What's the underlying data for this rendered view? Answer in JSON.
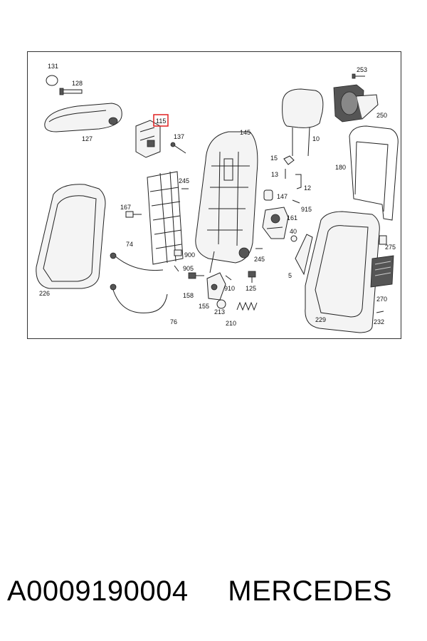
{
  "diagram": {
    "highlight_color": "#e02020",
    "highlighted_part": "115",
    "labels": {
      "l131": "131",
      "l128": "128",
      "l127": "127",
      "l115": "115",
      "l137": "137",
      "l145": "145",
      "l10": "10",
      "l253": "253",
      "l250": "250",
      "l180": "180",
      "l15": "15",
      "l13": "13",
      "l12": "12",
      "l147": "147",
      "l915": "915",
      "l161": "161",
      "l245a": "245",
      "l245b": "245",
      "l167": "167",
      "l74": "74",
      "l900": "900",
      "l905": "905",
      "l226": "226",
      "l76": "76",
      "l158": "158",
      "l155": "155",
      "l213": "213",
      "l210": "210",
      "l910": "910",
      "l125": "125",
      "l40": "40",
      "l5": "5",
      "l229": "229",
      "l275": "275",
      "l270": "270",
      "l232": "232"
    }
  },
  "caption": {
    "part_number": "A0009190004",
    "brand": "MERCEDES"
  }
}
